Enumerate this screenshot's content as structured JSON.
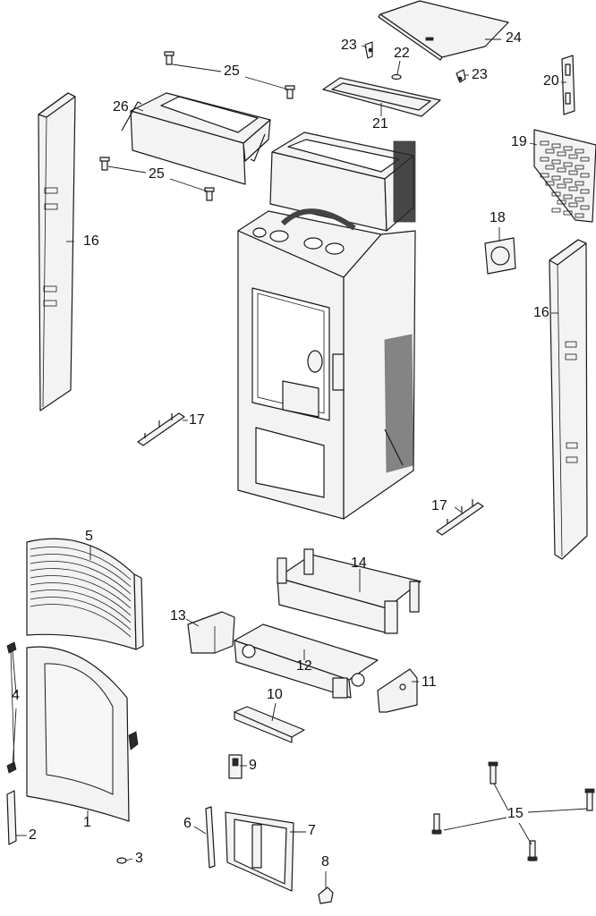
{
  "diagram": {
    "labels": {
      "p1": "1",
      "p2": "2",
      "p3": "3",
      "p4": "4",
      "p5": "5",
      "p6": "6",
      "p7": "7",
      "p8": "8",
      "p9": "9",
      "p10": "10",
      "p11": "11",
      "p12": "12",
      "p13": "13",
      "p14": "14",
      "p15": "15",
      "p16a": "16",
      "p16b": "16",
      "p17a": "17",
      "p17b": "17",
      "p18": "18",
      "p19": "19",
      "p20": "20",
      "p21": "21",
      "p22": "22",
      "p23a": "23",
      "p23b": "23",
      "p24": "24",
      "p25a": "25",
      "p25b": "25",
      "p26": "26"
    }
  }
}
